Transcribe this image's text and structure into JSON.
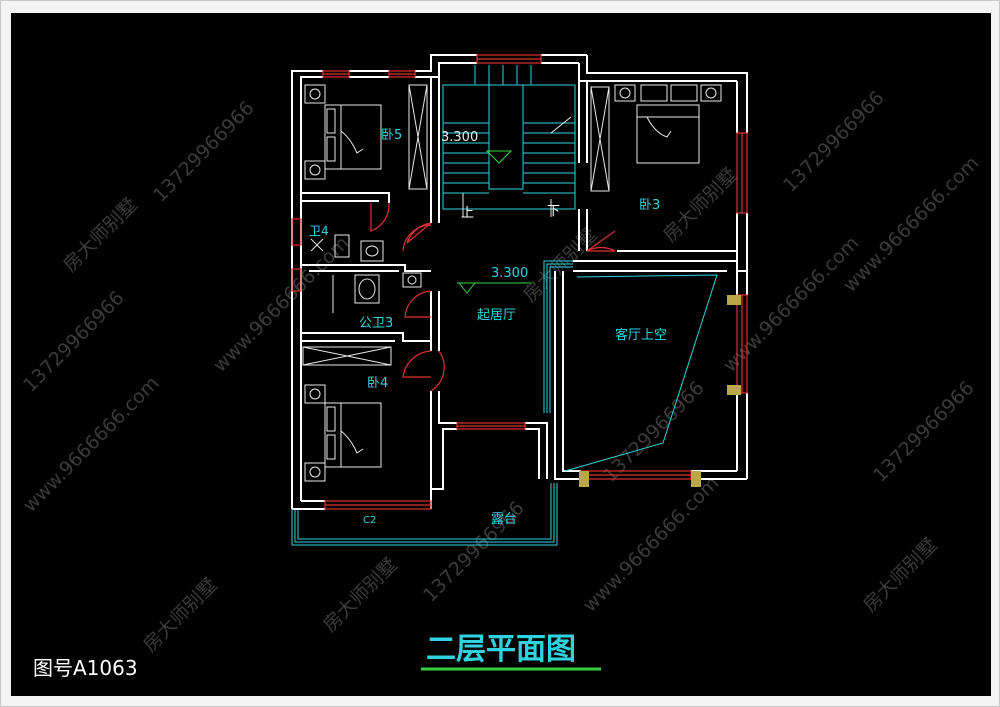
{
  "title": "二层平面图",
  "figure_number": "图号A1063",
  "rooms": {
    "bedroom5": "卧5",
    "bedroom3": "卧3",
    "bedroom4": "卧4",
    "bath4": "卫4",
    "public_bath3": "公卫3",
    "living": "起居厅",
    "living_void": "客厅上空",
    "terrace": "露台"
  },
  "stairs": {
    "up": "上",
    "down": "下"
  },
  "elevations": {
    "stair": "3.300",
    "hall": "3.300"
  },
  "window_tag": "C2",
  "watermark": {
    "brand": "房大师别墅",
    "phone": "13729966966",
    "site": "www.9666666.com"
  },
  "colors": {
    "background": "#000000",
    "wall": "#ffffff",
    "window": "#e03030",
    "stair": "#2fd3e0",
    "label": "#2fd3e0",
    "title": "#2fd3e0",
    "title_underline": "#34d13a"
  }
}
